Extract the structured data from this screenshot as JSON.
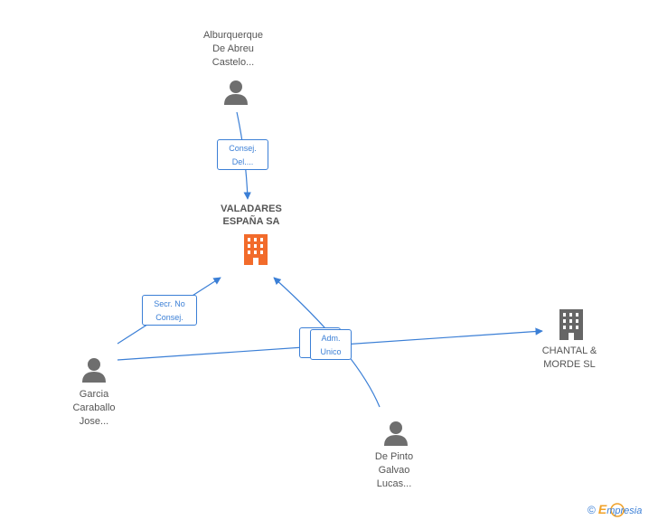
{
  "nodes": {
    "alburquerque": {
      "lines": [
        "Alburquerque",
        "De Abreu",
        "Castelo..."
      ],
      "icon": "person-icon"
    },
    "valadares": {
      "lines": [
        "VALADARES",
        "ESPAÑA SA"
      ],
      "icon": "building-icon",
      "color": "#f26b2b"
    },
    "chantal": {
      "lines": [
        "CHANTAL &",
        "MORDE SL"
      ],
      "icon": "building-icon",
      "color": "#666666"
    },
    "garcia": {
      "lines": [
        "Garcia",
        "Caraballo",
        "Jose..."
      ],
      "icon": "person-icon"
    },
    "depinto": {
      "lines": [
        "De Pinto",
        "Galvao",
        "Lucas..."
      ],
      "icon": "person-icon"
    }
  },
  "edges": {
    "consej_del": {
      "lines": [
        "Consej.",
        "Del...."
      ]
    },
    "secr_no_consej": {
      "lines": [
        "Secr. No",
        "Consej."
      ]
    },
    "adm_unico_back": {
      "lines": [
        "Adm.",
        "Unico"
      ]
    },
    "adm_unico_front": {
      "lines": [
        "Adm.",
        "Unico"
      ]
    }
  },
  "colors": {
    "edge": "#3b7fd6",
    "person": "#6e6e6e",
    "text": "#555555"
  },
  "footer": {
    "copyright": "©",
    "brand_initial": "E",
    "brand_rest": "mpresia"
  }
}
